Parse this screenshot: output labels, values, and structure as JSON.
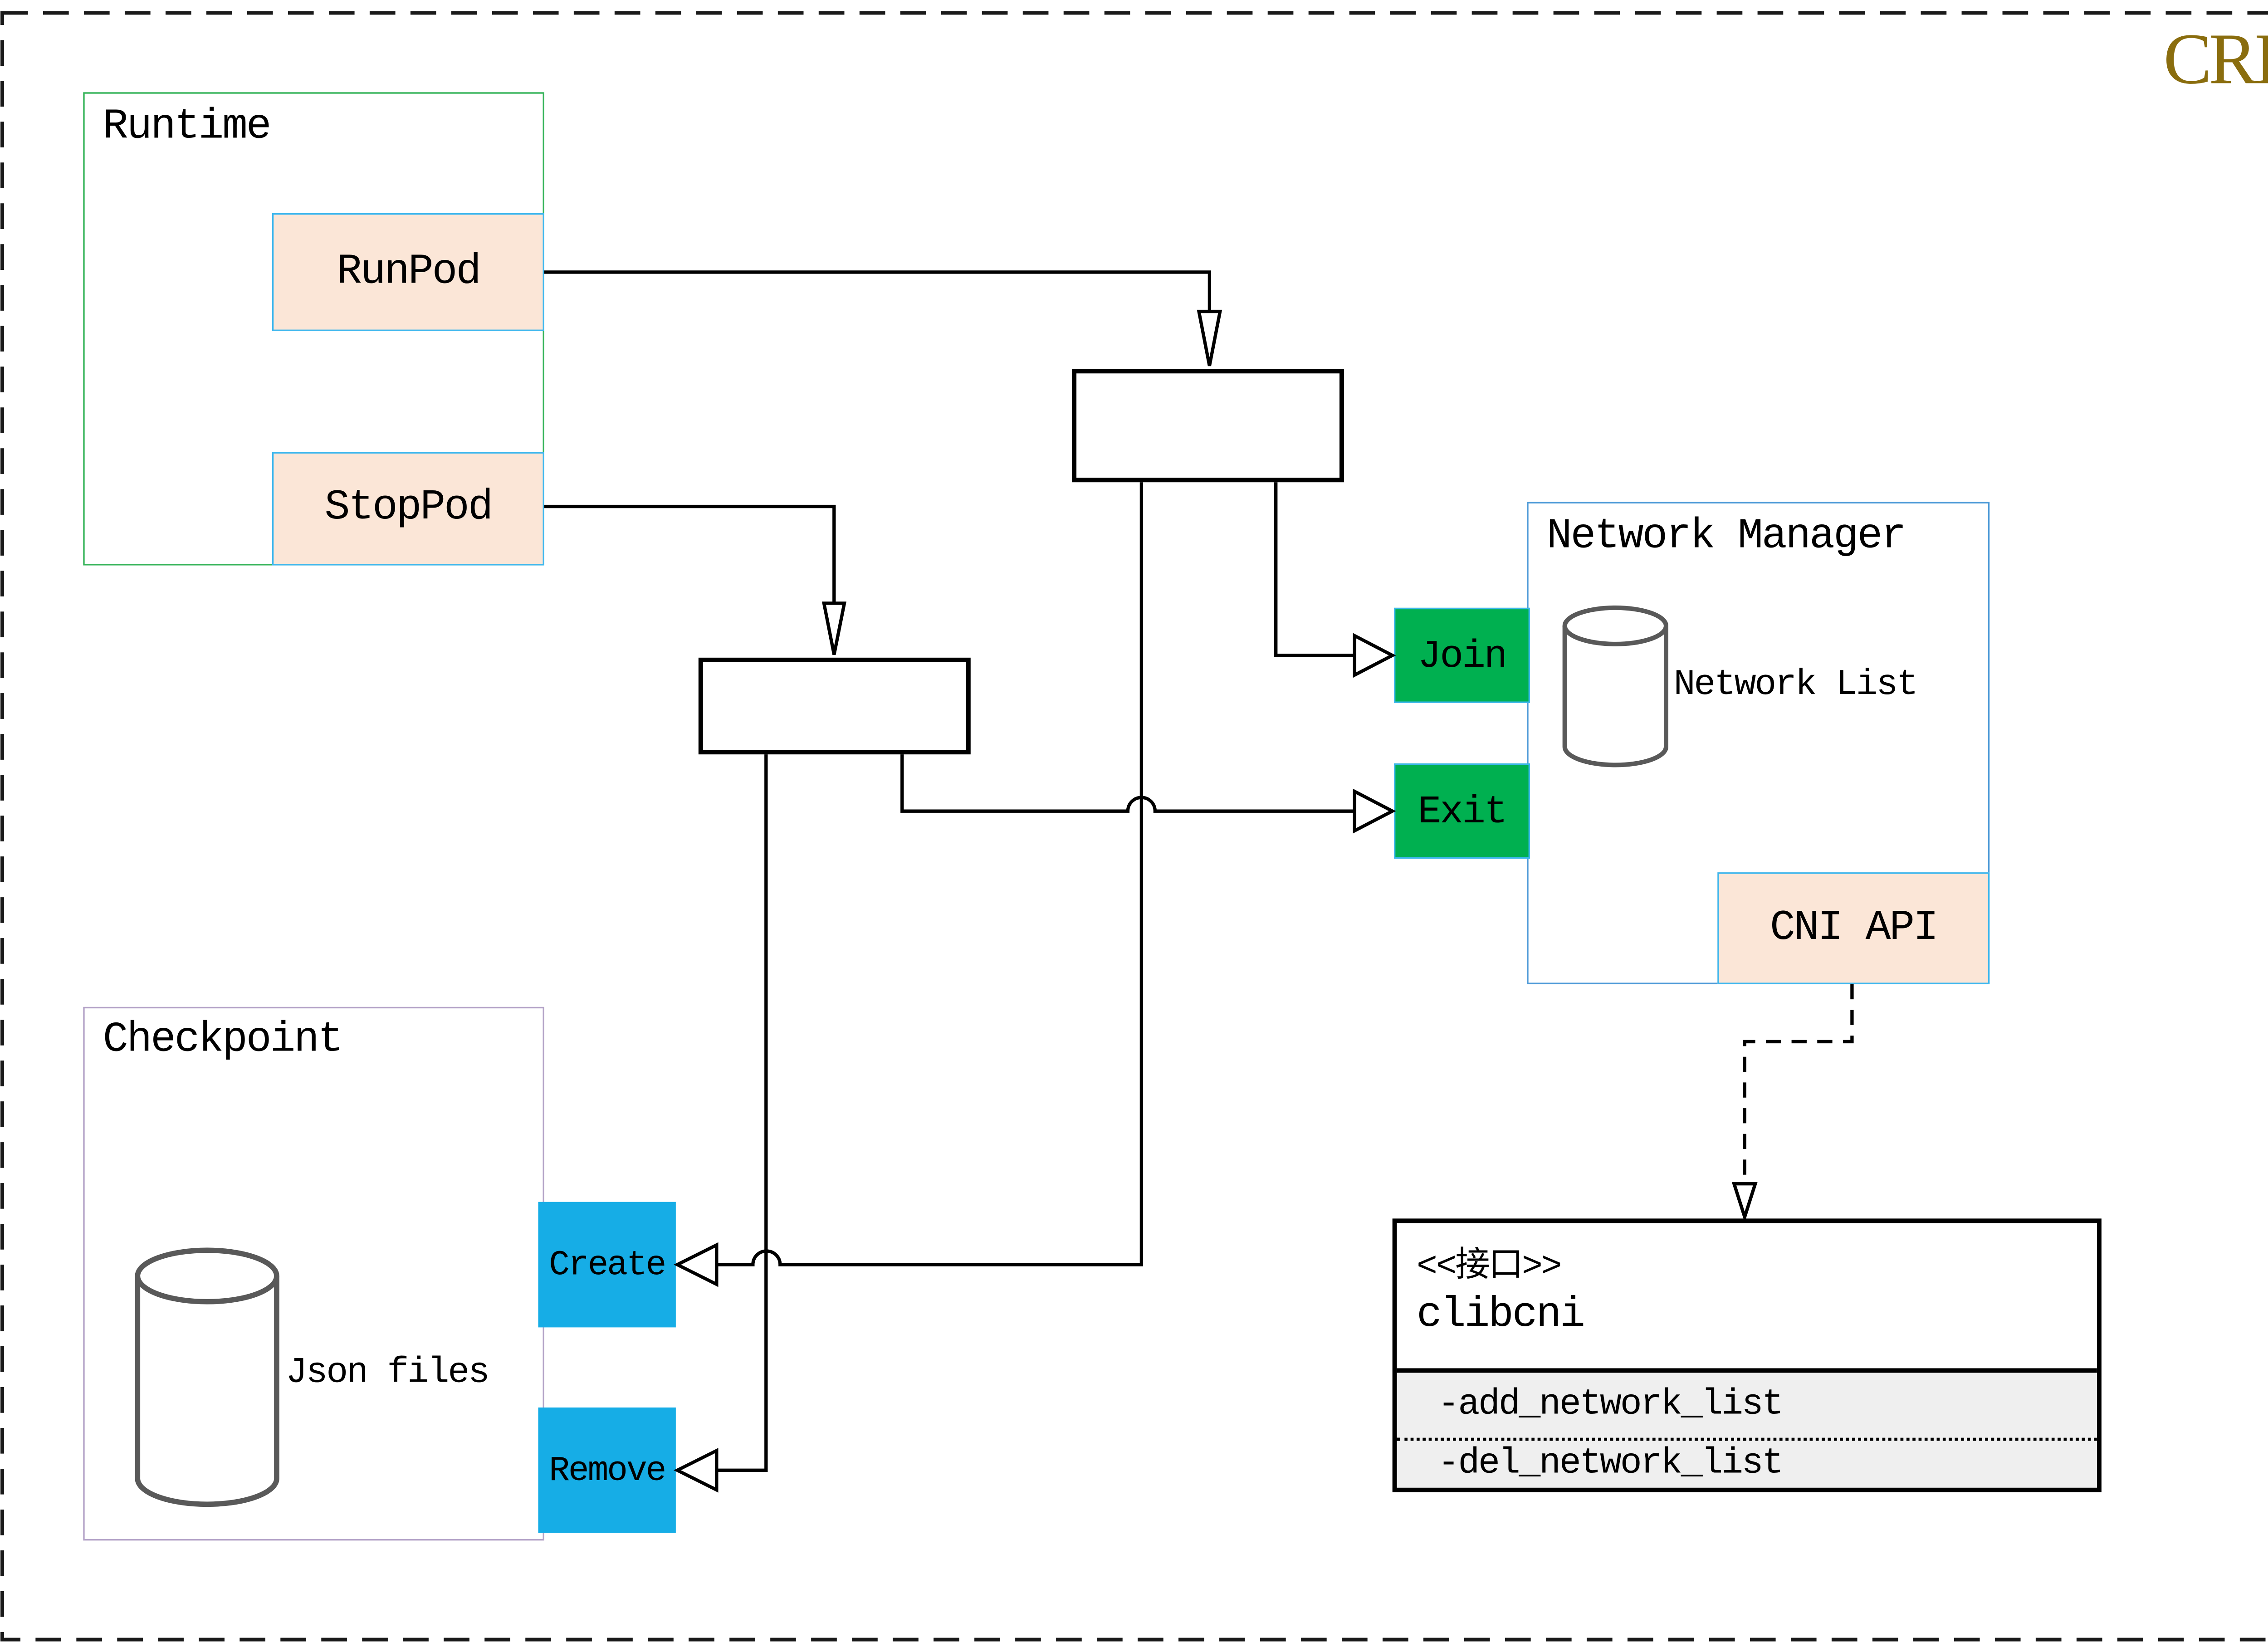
{
  "page": {
    "watermark": "CRI"
  },
  "colors": {
    "watermark": "#8a6d0e",
    "runtime_border": "#34b358",
    "checkpoint_border": "#b3a2c7",
    "network_manager_border": "#4f9bd8",
    "node_border": "#3eb7ee",
    "peach_fill": "#fbe6d7",
    "green_fill": "#00b050",
    "blue_fill": "#16ade6",
    "interface_section_fill": "#efefef"
  },
  "runtime": {
    "title": "Runtime",
    "nodes": [
      {
        "label": "RunPod"
      },
      {
        "label": "StopPod"
      }
    ]
  },
  "checkpoint": {
    "title": "Checkpoint",
    "store_label": "Json files",
    "nodes": [
      {
        "label": "Create"
      },
      {
        "label": "Remove"
      }
    ]
  },
  "network_manager": {
    "title": "Network Manager",
    "store_label": "Network List",
    "nodes": [
      {
        "label": "Join"
      },
      {
        "label": "Exit"
      },
      {
        "label": "CNI API"
      }
    ]
  },
  "interface": {
    "stereotype": "<<接口>>",
    "name": "clibcni",
    "methods": [
      {
        "label": "-add_network_list"
      },
      {
        "label": "-del_network_list"
      }
    ]
  }
}
